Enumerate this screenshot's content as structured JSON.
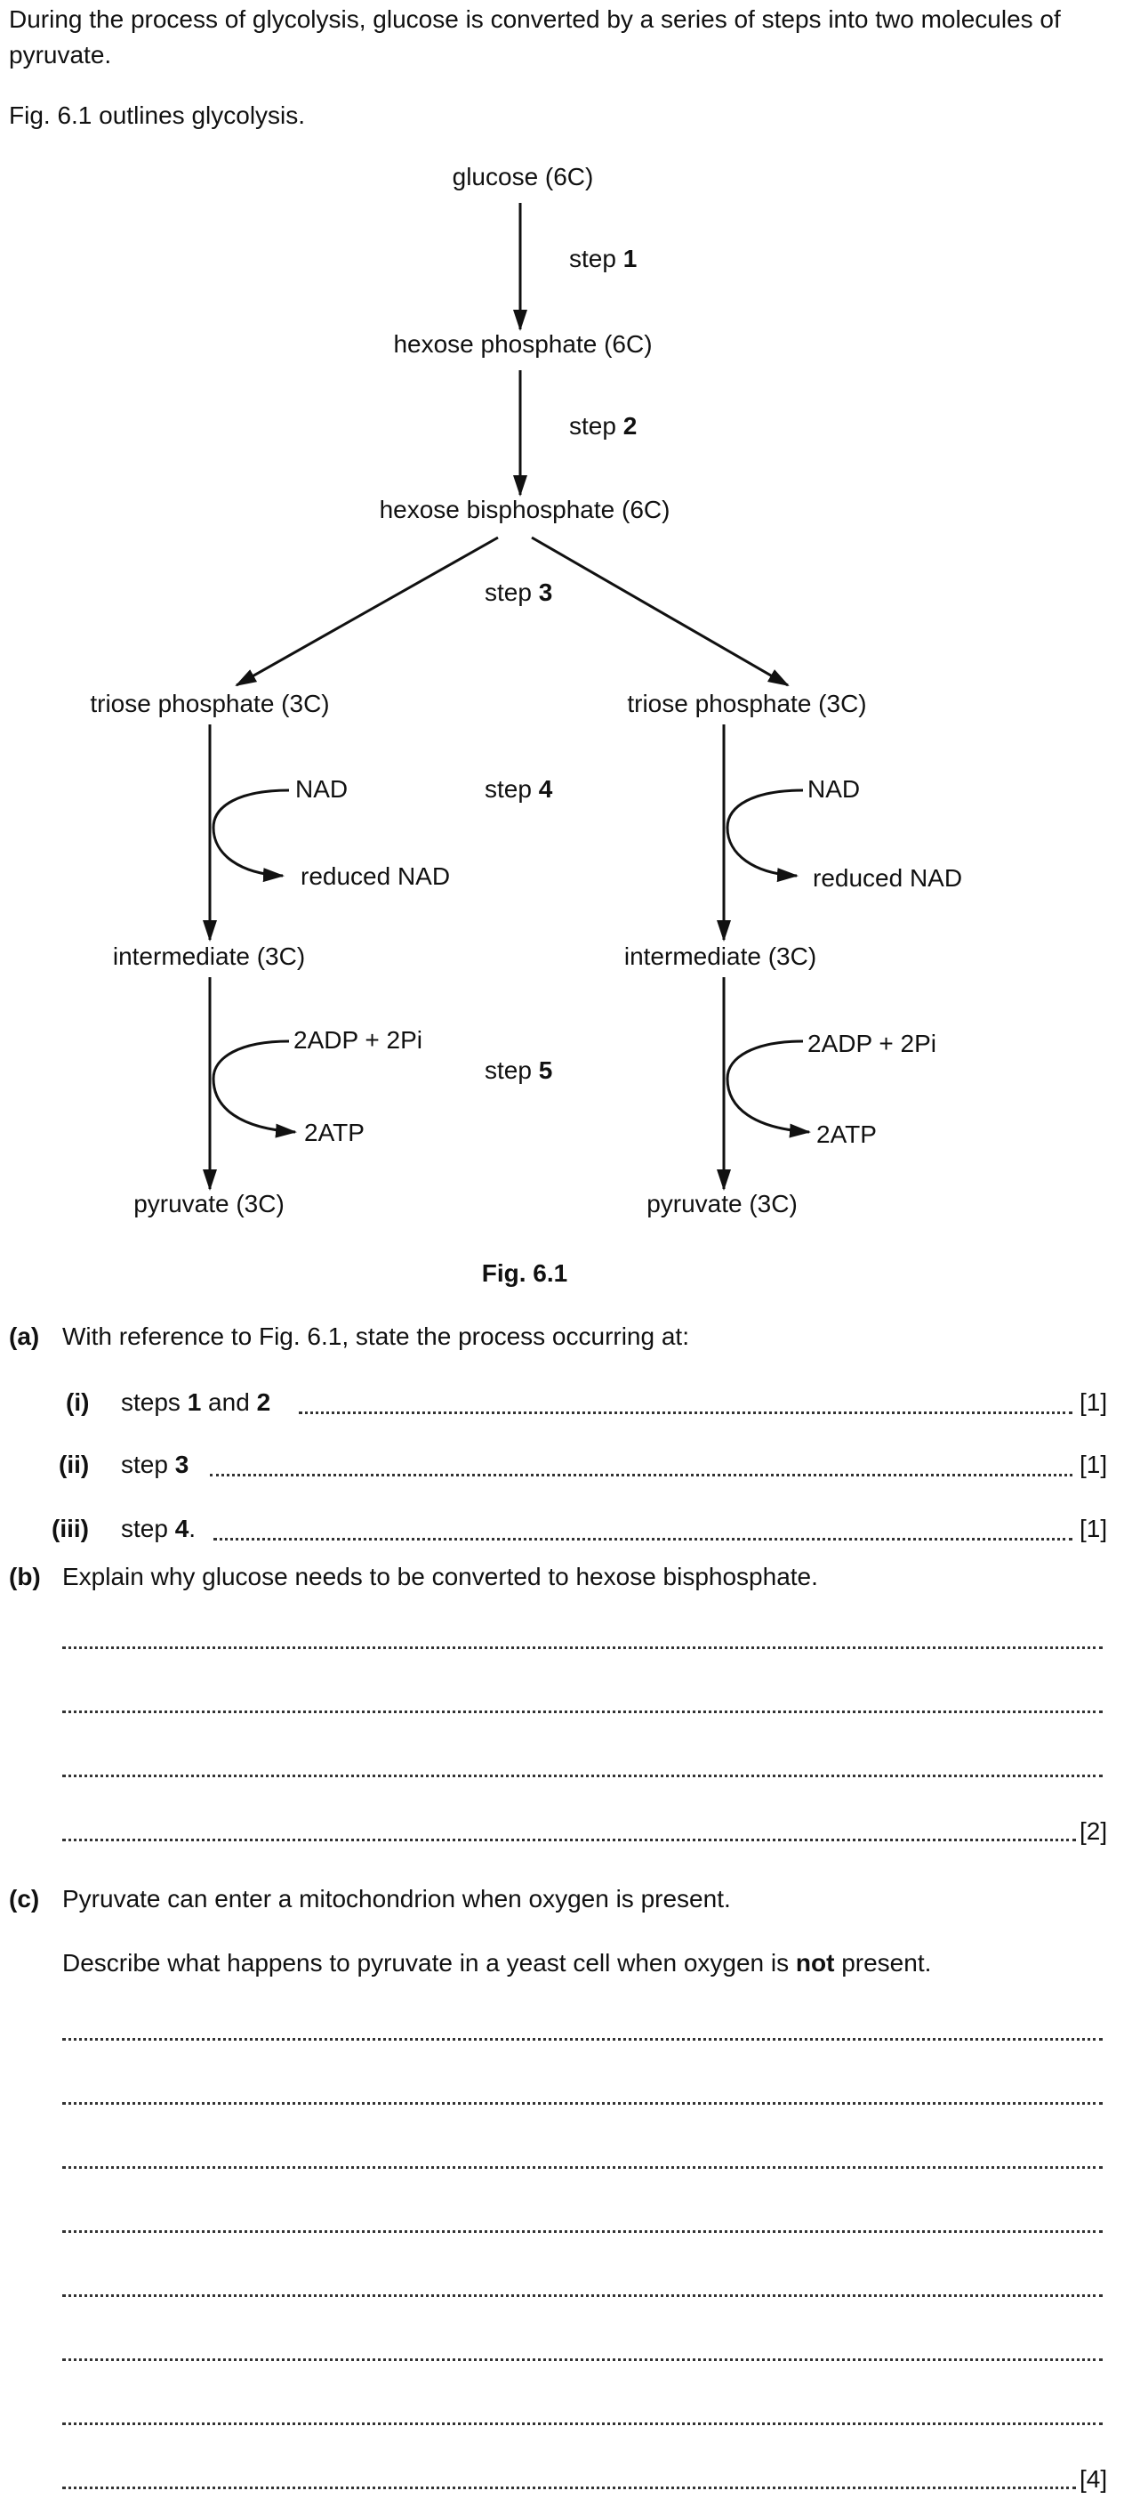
{
  "intro": {
    "line1": "During the process of glycolysis, glucose is converted by a series of steps into two molecules of pyruvate.",
    "line2": "Fig. 6.1 outlines glycolysis."
  },
  "diagram": {
    "glucose": "glucose (6C)",
    "hexose_phosphate": "hexose phosphate (6C)",
    "hexose_bisphosphate": "hexose bisphosphate (6C)",
    "triose_phosphate_left": "triose phosphate (3C)",
    "triose_phosphate_right": "triose phosphate (3C)",
    "intermediate_left": "intermediate (3C)",
    "intermediate_right": "intermediate (3C)",
    "pyruvate_left": "pyruvate (3C)",
    "pyruvate_right": "pyruvate (3C)",
    "step_word": "step",
    "steps": [
      "1",
      "2",
      "3",
      "4",
      "5"
    ],
    "nad": "NAD",
    "reduced_nad": "reduced NAD",
    "adp": "2ADP + 2Pi",
    "atp": "2ATP",
    "caption": "Fig. 6.1"
  },
  "questions": {
    "a": {
      "label": "(a)",
      "text": "With reference to Fig. 6.1, state the process occurring at:",
      "parts": [
        {
          "label": "(i)",
          "text_pre": "steps ",
          "b1": "1",
          "mid": " and ",
          "b2": "2",
          "mark": "[1]"
        },
        {
          "label": "(ii)",
          "text_pre": "step ",
          "b1": "3",
          "mark": "[1]"
        },
        {
          "label": "(iii)",
          "text_pre": "step ",
          "b1": "4",
          "post": ".",
          "mark": "[1]"
        }
      ]
    },
    "b": {
      "label": "(b)",
      "text": "Explain why glucose needs to be converted to hexose bisphosphate.",
      "mark": "[2]"
    },
    "c": {
      "label": "(c)",
      "text1": "Pyruvate can enter a mitochondrion when oxygen is present.",
      "text2_pre": "Describe what happens to pyruvate in a yeast cell when oxygen is ",
      "text2_bold": "not",
      "text2_post": " present.",
      "mark": "[4]"
    }
  }
}
